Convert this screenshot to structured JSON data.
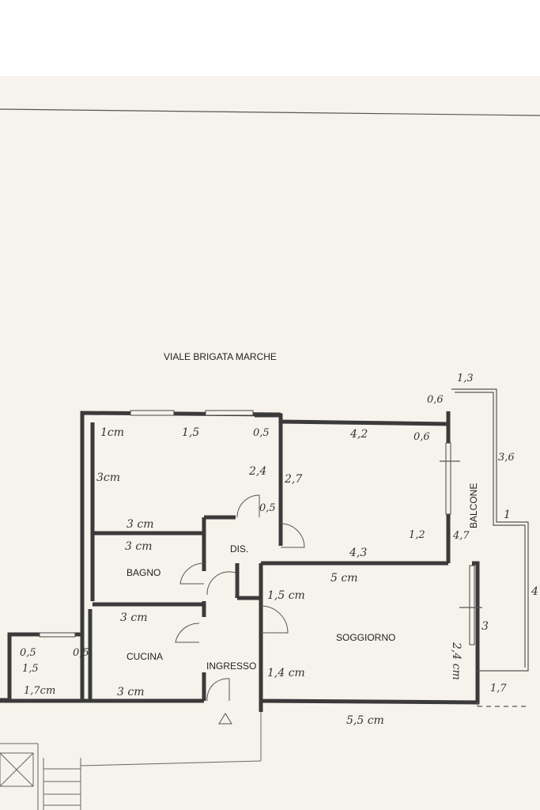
{
  "street_name": "VIALE BRIGATA MARCHE",
  "rooms": {
    "bagno": "BAGNO",
    "dis": "DIS.",
    "cucina": "CUCINA",
    "ingresso": "INGRESSO",
    "soggiorno": "SOGGIORNO",
    "balcone": "BALCONE"
  },
  "dimensions": {
    "d1": "1cm",
    "d2": "1,5",
    "d3": "0,5",
    "d4": "4,2",
    "d5": "0,6",
    "d6": "0,6",
    "d7": "1,3",
    "d8": "3,6",
    "d9": "3cm",
    "d10": "2,4",
    "d11": "2,7",
    "d12": "0,5",
    "d13": "1",
    "d14": "3 cm",
    "d15": "1,2",
    "d16": "4,7",
    "d17": "4,3",
    "d18": "3 cm",
    "d19": "5 cm",
    "d20": "1,5 cm",
    "d21": "4",
    "d22": "3 cm",
    "d23": "3",
    "d24": "0,5",
    "d25": "0,5",
    "d26": "1,5",
    "d27": "2,4 cm",
    "d28": "1,4 cm",
    "d29": "1,7cm",
    "d30": "3 cm",
    "d31": "1,7",
    "d32": "5,5 cm"
  }
}
